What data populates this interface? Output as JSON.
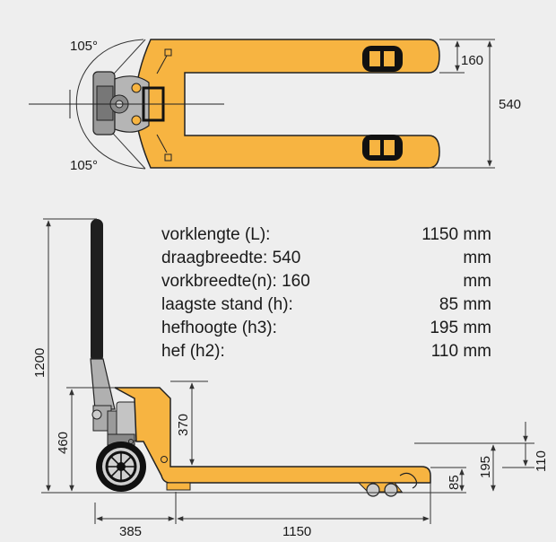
{
  "colors": {
    "frame": "#f7b441",
    "outline": "#222222",
    "background": "#eeeeee",
    "dimension": "#333333",
    "handle": "#1e1e1e",
    "wheel": "#bdbdbd"
  },
  "top_view": {
    "angle_top": "105°",
    "angle_bottom": "105°",
    "fork_width": "160",
    "overall_width": "540"
  },
  "side_view": {
    "handle_height": "1200",
    "frame_height": "460",
    "lift_point": "370",
    "lowest": "85",
    "lift_height": "195",
    "lift_stroke": "110",
    "rear_length": "385",
    "fork_length": "1150"
  },
  "specs": [
    {
      "label": "vorklengte (L):",
      "value": "1150 mm"
    },
    {
      "label": "draagbreedte: 540",
      "value": "mm"
    },
    {
      "label": "vorkbreedte(n): 160",
      "value": "mm"
    },
    {
      "label": "laagste stand (h):",
      "value": "85 mm"
    },
    {
      "label": "hefhoogte (h3):",
      "value": "195 mm"
    },
    {
      "label": "hef (h2):",
      "value": "110 mm"
    }
  ]
}
